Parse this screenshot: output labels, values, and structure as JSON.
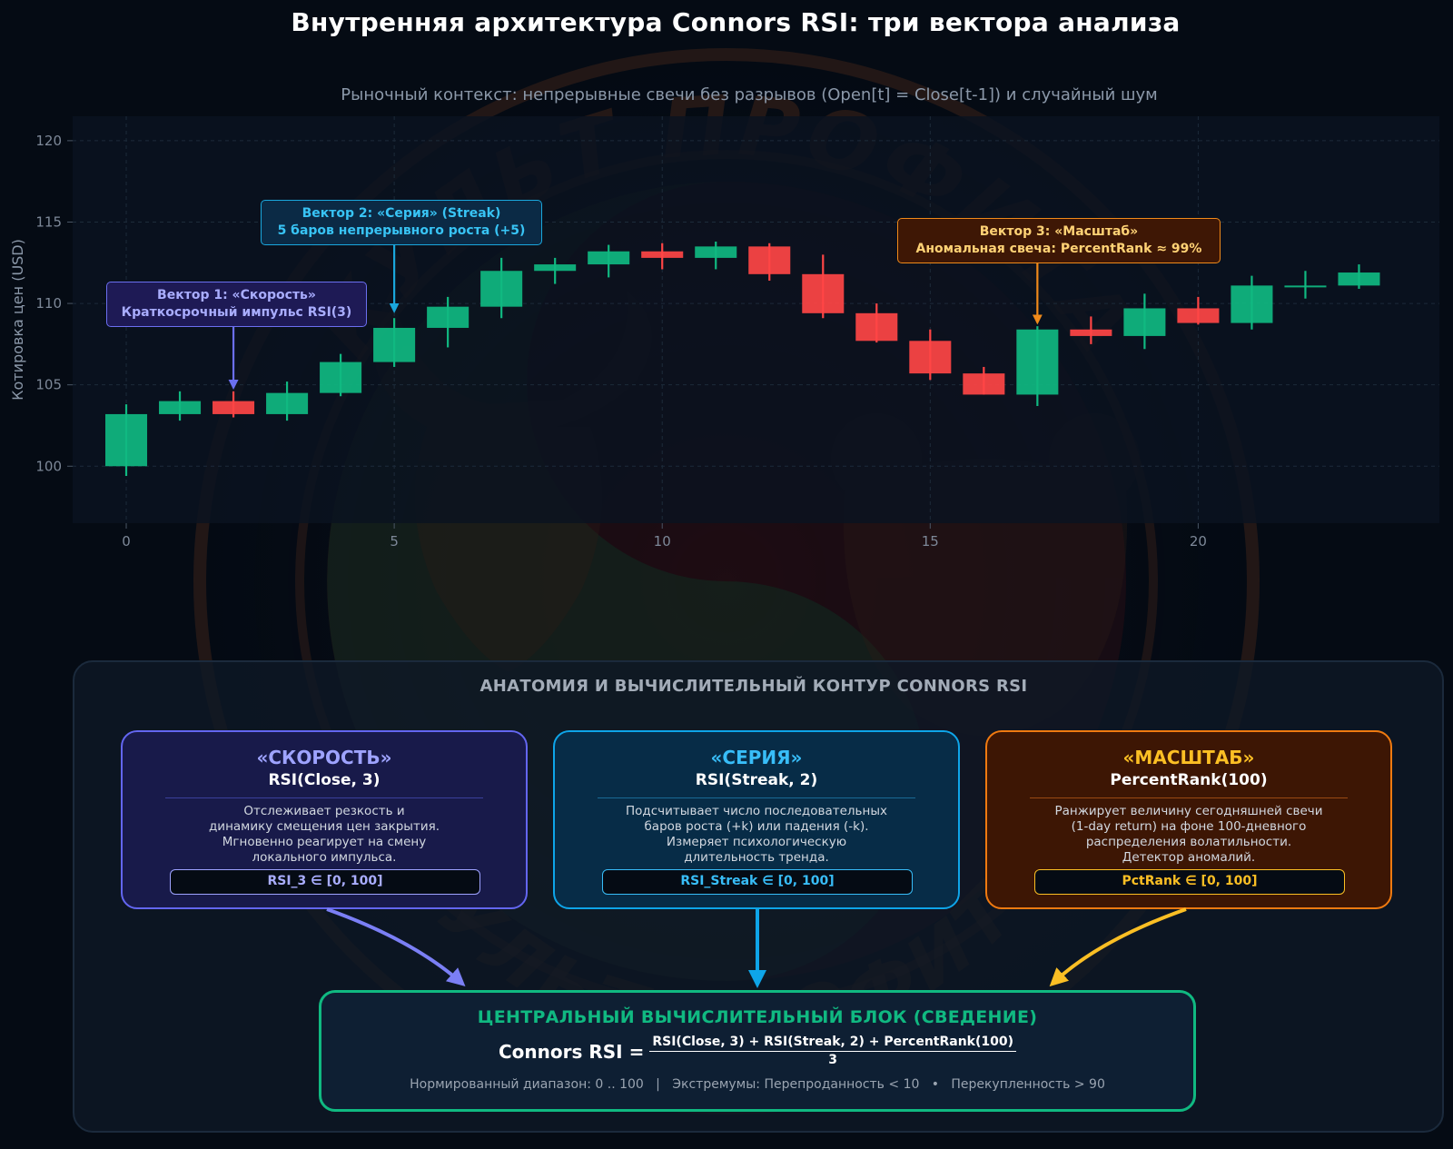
{
  "page": {
    "title": "Внутренняя архитектура Connors RSI: три вектора анализа",
    "subtitle": "Рыночный контекст: непрерывные свечи без разрывов (Open[t] = Close[t-1]) и случайный шум"
  },
  "chart_data": {
    "type": "candlestick",
    "title": "Внутренняя архитектура Connors RSI: три вектора анализа",
    "subtitle": "Рыночный контекст: непрерывные свечи без разрывов (Open[t] = Close[t-1]) и случайный шум",
    "xlabel": "",
    "ylabel": "Котировка цен (USD)",
    "xlim": [
      -1,
      24.5
    ],
    "ylim": [
      96.5,
      121.5
    ],
    "xticks": [
      0,
      5,
      10,
      15,
      20
    ],
    "yticks": [
      100,
      105,
      110,
      115,
      120
    ],
    "grid": true,
    "up_color": "#10b981",
    "down_color": "#ff4545",
    "candles": [
      {
        "x": 0,
        "open": 100.0,
        "close": 103.2,
        "high": 103.8,
        "low": 99.4
      },
      {
        "x": 1,
        "open": 103.2,
        "close": 104.0,
        "high": 104.6,
        "low": 102.8
      },
      {
        "x": 2,
        "open": 104.0,
        "close": 103.2,
        "high": 104.6,
        "low": 103.0
      },
      {
        "x": 3,
        "open": 103.2,
        "close": 104.5,
        "high": 105.2,
        "low": 102.8
      },
      {
        "x": 4,
        "open": 104.5,
        "close": 106.4,
        "high": 106.9,
        "low": 104.3
      },
      {
        "x": 5,
        "open": 106.4,
        "close": 108.5,
        "high": 109.1,
        "low": 106.1
      },
      {
        "x": 6,
        "open": 108.5,
        "close": 109.8,
        "high": 110.4,
        "low": 107.3
      },
      {
        "x": 7,
        "open": 109.8,
        "close": 112.0,
        "high": 112.8,
        "low": 109.1
      },
      {
        "x": 8,
        "open": 112.0,
        "close": 112.4,
        "high": 112.8,
        "low": 111.2
      },
      {
        "x": 9,
        "open": 112.4,
        "close": 113.2,
        "high": 113.6,
        "low": 111.6
      },
      {
        "x": 10,
        "open": 113.2,
        "close": 112.8,
        "high": 113.7,
        "low": 112.1
      },
      {
        "x": 11,
        "open": 112.8,
        "close": 113.5,
        "high": 113.8,
        "low": 112.1
      },
      {
        "x": 12,
        "open": 113.5,
        "close": 111.8,
        "high": 113.7,
        "low": 111.4
      },
      {
        "x": 13,
        "open": 111.8,
        "close": 109.4,
        "high": 113.0,
        "low": 109.1
      },
      {
        "x": 14,
        "open": 109.4,
        "close": 107.7,
        "high": 110.0,
        "low": 107.6
      },
      {
        "x": 15,
        "open": 107.7,
        "close": 105.7,
        "high": 108.4,
        "low": 105.3
      },
      {
        "x": 16,
        "open": 105.7,
        "close": 104.4,
        "high": 106.1,
        "low": 104.4
      },
      {
        "x": 17,
        "open": 104.4,
        "close": 108.4,
        "high": 108.6,
        "low": 103.7
      },
      {
        "x": 18,
        "open": 108.4,
        "close": 108.0,
        "high": 109.2,
        "low": 107.5
      },
      {
        "x": 19,
        "open": 108.0,
        "close": 109.7,
        "high": 110.6,
        "low": 107.2
      },
      {
        "x": 20,
        "open": 109.7,
        "close": 108.8,
        "high": 110.4,
        "low": 108.7
      },
      {
        "x": 21,
        "open": 108.8,
        "close": 111.1,
        "high": 111.7,
        "low": 108.4
      },
      {
        "x": 22,
        "open": 111.1,
        "close": 111.1,
        "high": 112.0,
        "low": 110.3
      },
      {
        "x": 23,
        "open": 111.1,
        "close": 111.9,
        "high": 112.4,
        "low": 110.9
      }
    ],
    "annotations": [
      {
        "id": "speed",
        "lines": [
          "Вектор 1: «Скорость»",
          "Краткосрочный импульс RSI(3)"
        ],
        "target": {
          "x": 2,
          "y": 104.6
        },
        "color": "#6b6ff0"
      },
      {
        "id": "streak",
        "lines": [
          "Вектор 2: «Серия» (Streak)",
          "5 баров непрерывного роста (+5)"
        ],
        "target": {
          "x": 5,
          "y": 109.3
        },
        "color": "#1aa7dd"
      },
      {
        "id": "scale",
        "lines": [
          "Вектор 3: «Масштаб»",
          "Аномальная свеча: PercentRank ≈ 99%"
        ],
        "target": {
          "x": 17,
          "y": 108.6
        },
        "color": "#f08a1a"
      }
    ]
  },
  "anatomy": {
    "title": "АНАТОМИЯ И ВЫЧИСЛИТЕЛЬНЫЙ КОНТУР CONNORS RSI",
    "cards": [
      {
        "title": "«СКОРОСТЬ»",
        "subtitle": "RSI(Close, 3)",
        "desc": [
          "Отслеживает резкость и",
          "динамику смещения цен закрытия.",
          "Мгновенно реагирует на смену",
          "локального импульса."
        ],
        "range": "RSI_3 ∈ [0, 100]",
        "color": "#6366f1"
      },
      {
        "title": "«СЕРИЯ»",
        "subtitle": "RSI(Streak, 2)",
        "desc": [
          "Подсчитывает число последовательных",
          "баров роста (+k) или падения (-k).",
          "Измеряет психологическую",
          "длительность тренда."
        ],
        "range": "RSI_Streak ∈ [0, 100]",
        "color": "#0ea5e9"
      },
      {
        "title": "«МАСШТАБ»",
        "subtitle": "PercentRank(100)",
        "desc": [
          "Ранжирует величину сегодняшней свечи",
          "(1-day return) на фоне 100-дневного",
          "распределения волатильности.",
          "Детектор аномалий."
        ],
        "range": "PctRank ∈ [0, 100]",
        "color": "#f07a10"
      }
    ]
  },
  "central": {
    "title": "ЦЕНТРАЛЬНЫЙ ВЫЧИСЛИТЕЛЬНЫЙ БЛОК (СВЕДЕНИЕ)",
    "formula_lhs": "Connors RSI =",
    "formula_numerator": "RSI(Close, 3) + RSI(Streak, 2) + PercentRank(100)",
    "formula_denominator": "3",
    "footer": "Нормированный диапазон: 0 .. 100   |   Экстремумы: Перепроданность < 10   •   Перекупленность > 90",
    "color": "#10b981"
  },
  "watermark": {
    "text_top": "КУЛЬТ ПРОФИТА",
    "text_bottom": "КУЛЬТ ПРОФИТА"
  }
}
